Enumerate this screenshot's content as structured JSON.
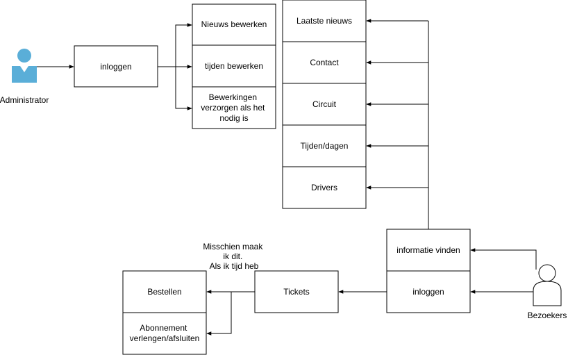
{
  "actors": {
    "administrator": "Administrator",
    "bezoekers": "Bezoekers"
  },
  "colors": {
    "admin_icon": "#5aaed8",
    "visitor_icon": "#ffffff",
    "stroke": "#000000"
  },
  "admin_flow": {
    "login": "inloggen",
    "actions": [
      "Nieuws bewerken",
      "tijden bewerken",
      "Bewerkingen verzorgen als het nodig is"
    ]
  },
  "site_pages": [
    "Laatste nieuws",
    "Contact",
    "Circuit",
    "Tijden/dagen",
    "Drivers"
  ],
  "visitor_flow": {
    "find_info": "informatie vinden",
    "login": "inloggen",
    "tickets": "Tickets",
    "ticket_options": [
      "Bestellen",
      "Abonnement verlengen/afsluiten"
    ]
  },
  "note": "Misschien maak ik dit. Als ik tijd heb"
}
